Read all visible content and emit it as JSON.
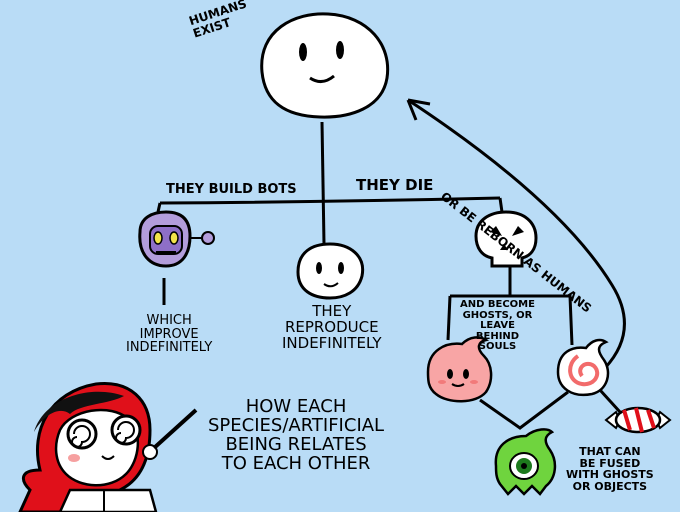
{
  "labels": {
    "humans_exist": "HUMANS\nEXIST",
    "they_build_bots": "THEY BUILD BOTS",
    "they_die": "THEY DIE",
    "reborn": "OR BE REBORN AS HUMANS",
    "which_improve": "WHICH\nIMPROVE\nINDEFINITELY",
    "they_reproduce": "THEY\nREPRODUCE\nINDEFINITELY",
    "become_ghosts": "AND BECOME\nGHOSTS, OR\nLEAVE\nBEHIND\nSOULS",
    "fused": "THAT CAN\nBE FUSED\nWITH GHOSTS\nOR OBJECTS",
    "caption": "HOW EACH\nSPECIES/ARTIFICIAL\nBEING RELATES\nTO EACH OTHER"
  },
  "colors": {
    "background": "#b9dcf6",
    "human": "#ffffff",
    "bot": "#b39ddb",
    "skull": "#ffffff",
    "ghost": "#f8a5a5",
    "soul": "#f26b6b",
    "fused_ghost": "#6fd43e",
    "hair": "#e0101a"
  }
}
